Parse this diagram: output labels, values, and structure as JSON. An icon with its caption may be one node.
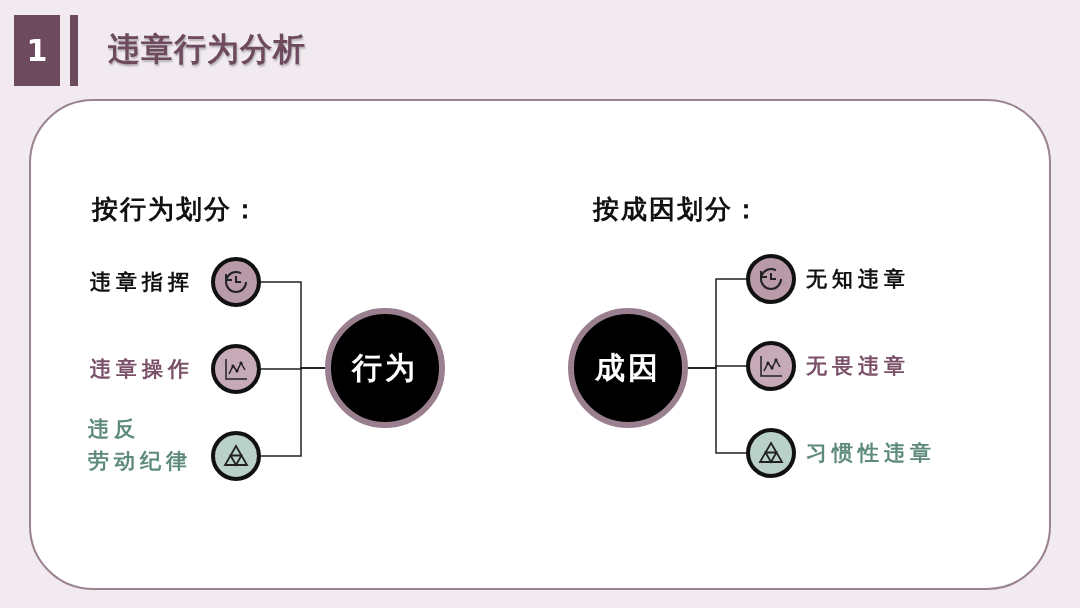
{
  "diagram": {
    "title": "违章行为分析",
    "nodes": [
      {
        "text": [],
        "shape": "circle",
        "beside": [
          "违章指挥"
        ]
      },
      {
        "text": [],
        "shape": "circle",
        "beside": [
          "违章操作"
        ]
      },
      {
        "text": [],
        "shape": "circle",
        "beside": [
          "违反劳动纪律"
        ]
      },
      {
        "text": [
          "行为"
        ]
      },
      {
        "text": [
          "成因"
        ]
      },
      {
        "text": [],
        "shape": "circle",
        "beside": [
          "无知违章"
        ]
      },
      {
        "text": [],
        "shape": "circle",
        "beside": [
          "无畏违章"
        ]
      },
      {
        "text": [],
        "shape": "circle",
        "beside": [
          "习惯性违章"
        ]
      }
    ],
    "edges": [
      {
        "from": 0,
        "to": 3,
        "arrow": "none"
      },
      {
        "from": 1,
        "to": 3,
        "arrow": "none"
      },
      {
        "from": 2,
        "to": 3,
        "arrow": "none"
      },
      {
        "from": 4,
        "to": 5,
        "arrow": "none"
      },
      {
        "from": 4,
        "to": 6,
        "arrow": "none"
      },
      {
        "from": 4,
        "to": 7,
        "arrow": "none"
      }
    ],
    "labels": [
      "1",
      "按行为划分：",
      "按成因划分："
    ]
  }
}
